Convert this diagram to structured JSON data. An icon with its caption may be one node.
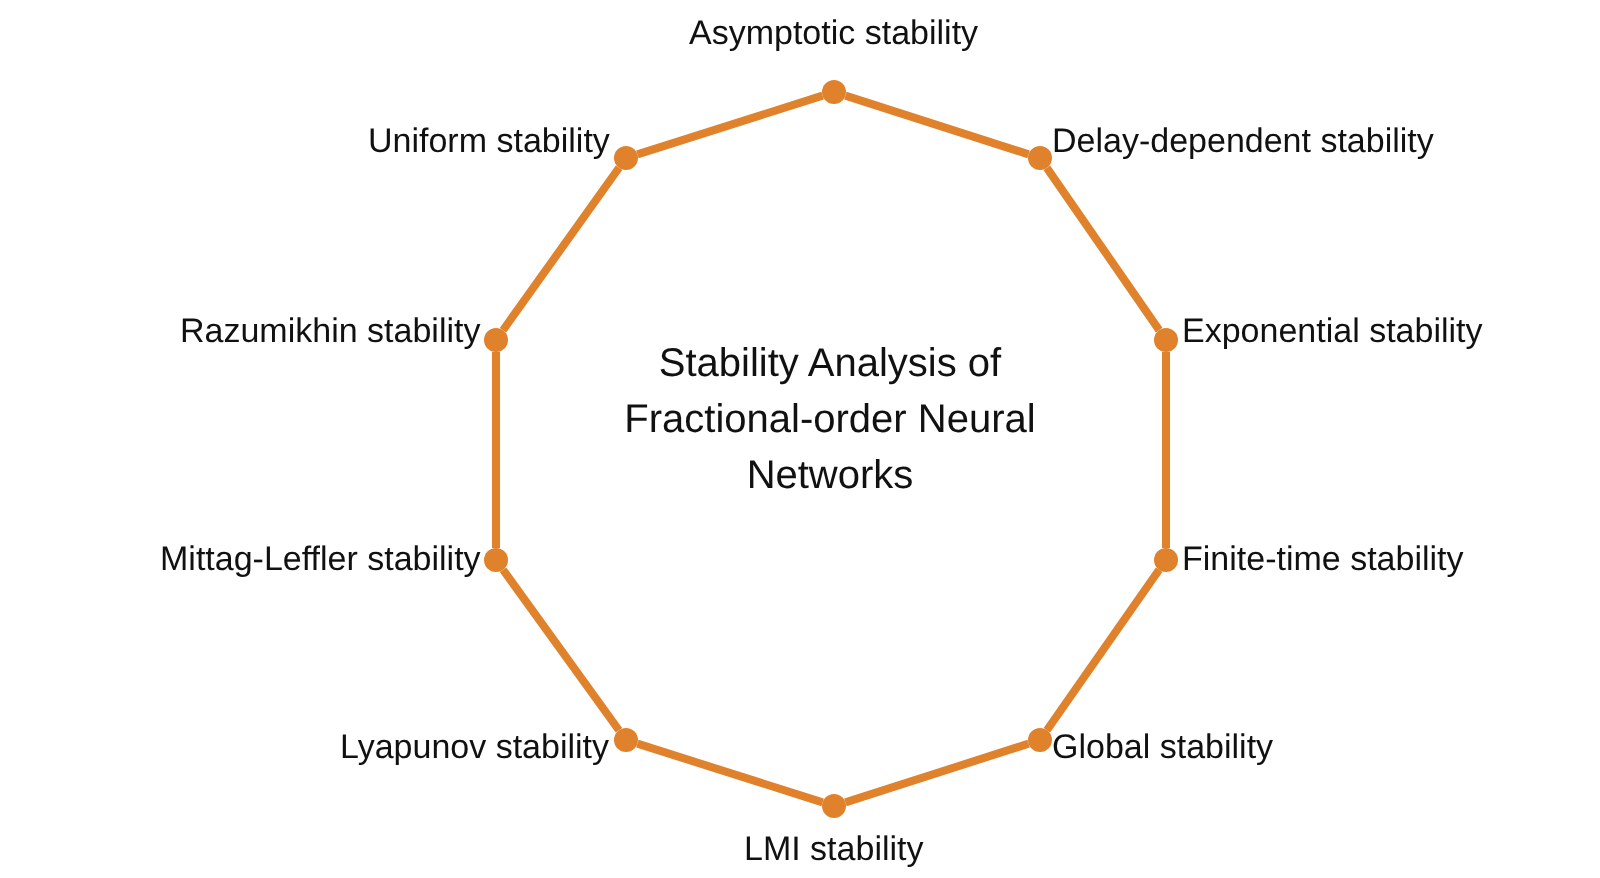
{
  "diagram": {
    "nodes": [
      {
        "text": [],
        "shape": "circle",
        "beside": [
          "Asymptotic stability"
        ]
      },
      {
        "text": [],
        "shape": "circle",
        "beside": [
          "Delay-dependent stability"
        ]
      },
      {
        "text": [],
        "shape": "circle",
        "beside": [
          "Exponential stability"
        ]
      },
      {
        "text": [],
        "shape": "circle",
        "beside": [
          "Finite-time stability"
        ]
      },
      {
        "text": [],
        "shape": "circle",
        "beside": [
          "Global stability"
        ]
      },
      {
        "text": [],
        "shape": "circle",
        "beside": [
          "LMI stability"
        ]
      },
      {
        "text": [],
        "shape": "circle",
        "beside": [
          "Lyapunov stability"
        ]
      },
      {
        "text": [],
        "shape": "circle",
        "beside": [
          "Mittag-Leffler stability"
        ]
      },
      {
        "text": [],
        "shape": "circle",
        "beside": [
          "Razumikhin stability"
        ]
      },
      {
        "text": [],
        "shape": "circle",
        "beside": [
          "Uniform stability"
        ]
      }
    ],
    "edges": [
      {
        "from": 0,
        "to": 1,
        "arrow": "none"
      },
      {
        "from": 1,
        "to": 2,
        "arrow": "none"
      },
      {
        "from": 2,
        "to": 3,
        "arrow": "none"
      },
      {
        "from": 3,
        "to": 4,
        "arrow": "none"
      },
      {
        "from": 4,
        "to": 5,
        "arrow": "none"
      },
      {
        "from": 5,
        "to": 6,
        "arrow": "none"
      },
      {
        "from": 6,
        "to": 7,
        "arrow": "none"
      },
      {
        "from": 7,
        "to": 8,
        "arrow": "none"
      },
      {
        "from": 8,
        "to": 9,
        "arrow": "none"
      },
      {
        "from": 9,
        "to": 0,
        "arrow": "none"
      }
    ],
    "labels": [
      "Stability Analysis of Fractional-order Neural Networks"
    ]
  }
}
